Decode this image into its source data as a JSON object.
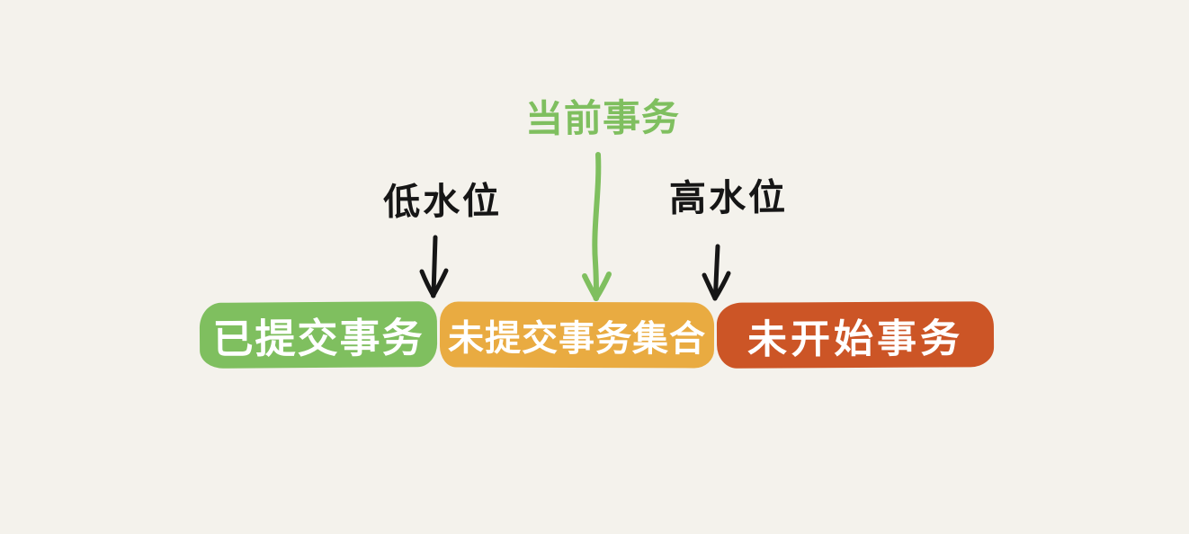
{
  "diagram": {
    "current_transaction_label": "当前事务",
    "low_watermark_label": "低水位",
    "high_watermark_label": "高水位",
    "bars": [
      {
        "id": "committed",
        "label": "已提交事务"
      },
      {
        "id": "uncommitted-set",
        "label": "未提交事务集合"
      },
      {
        "id": "not-started",
        "label": "未开始事务"
      }
    ],
    "colors": {
      "background": "#f4f2ec",
      "green": "#7fbf5f",
      "orange": "#e9ab41",
      "red": "#cc5526",
      "arrow_black": "#161616",
      "bar_text": "#ffffff"
    }
  }
}
